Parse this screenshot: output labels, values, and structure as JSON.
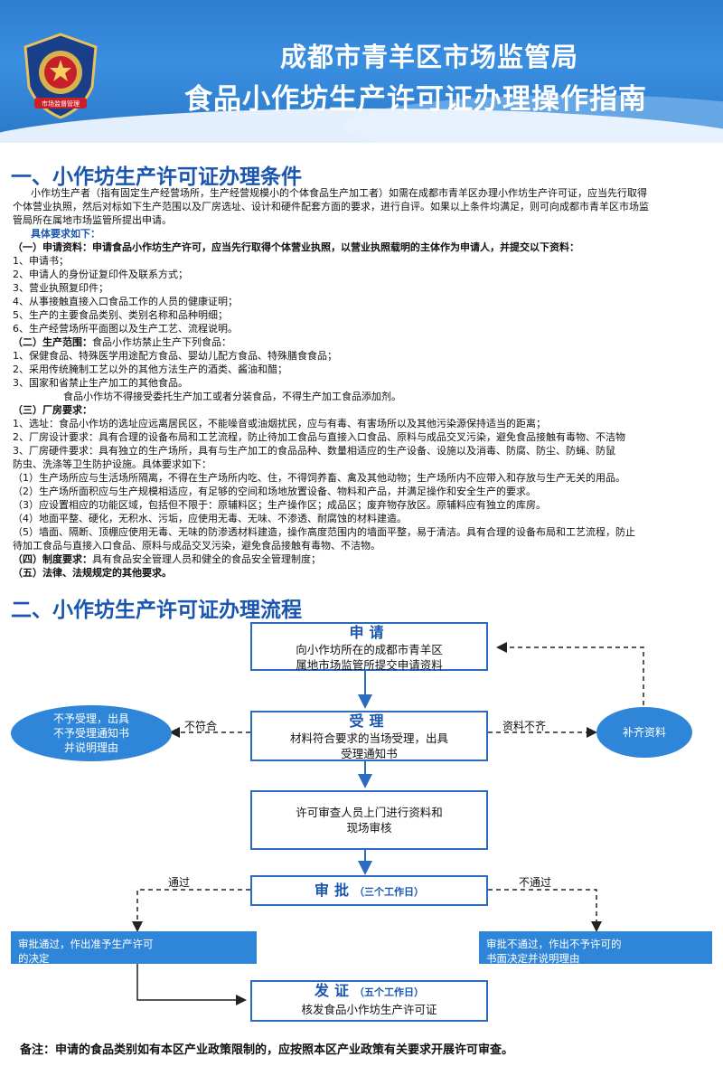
{
  "header": {
    "title1": "成都市青羊区市场监管局",
    "title2": "食品小作坊生产许可证办理操作指南",
    "badge_text": "市场监督管理"
  },
  "section1": {
    "title": "一、小作坊生产许可证办理条件",
    "intro1": "小作坊生产者（指有固定生产经营场所，生产经营规模小的个体食品生产加工者）如需在成都市青羊区办理小作坊生产许可证，应当先行取得",
    "intro2": "个体营业执照，然后对标如下生产范围以及厂房选址、设计和硬件配套方面的要求，进行自评。如果以上条件均满足，则可向成都市青羊区市场监",
    "intro3": "管局所在属地市场监管所提出申请。",
    "req_head": "具体要求如下：",
    "a_head": "（一）申请资料：",
    "a_text": "申请食品小作坊生产许可，应当先行取得个体营业执照，以营业执照载明的主体作为申请人，并提交以下资料：",
    "a_items": [
      "1、申请书；",
      "2、申请人的身份证复印件及联系方式；",
      "3、营业执照复印件；",
      "4、从事接触直接入口食品工作的人员的健康证明；",
      "5、生产的主要食品类别、类别名称和品种明细；",
      "6、生产经营场所平面图以及生产工艺、流程说明。"
    ],
    "b_head": "（二）生产范围：",
    "b_text": "食品小作坊禁止生产下列食品：",
    "b_items": [
      "1、保健食品、特殊医学用途配方食品、婴幼儿配方食品、特殊膳食食品；",
      "2、采用传统腌制工艺以外的其他方法生产的酒类、酱油和醋；",
      "3、国家和省禁止生产加工的其他食品。"
    ],
    "b_note": "食品小作坊不得接受委托生产加工或者分装食品，不得生产加工食品添加剂。",
    "c_head": "（三）厂房要求：",
    "c_items": [
      "1、选址：食品小作坊的选址应远离居民区，不能噪音或油烟扰民，应与有毒、有害场所以及其他污染源保持适当的距离；",
      "2、厂房设计要求：具有合理的设备布局和工艺流程，防止待加工食品与直接入口食品、原料与成品交叉污染，避免食品接触有毒物、不洁物",
      "3、厂房硬件要求：具有独立的生产场所，具有与生产加工的食品品种、数量相适应的生产设备、设施以及消毒、防腐、防尘、防蝇、防鼠"
    ],
    "c_cont": "防虫、洗涤等卫生防护设施。具体要求如下：",
    "c_sub": [
      "（1）生产场所应与生活场所隔离，不得在生产场所内吃、住，不得饲养畜、禽及其他动物；生产场所内不应带入和存放与生产无关的用品。",
      "（2）生产场所面积应与生产规模相适应，有足够的空间和场地放置设备、物料和产品，并满足操作和安全生产的要求。",
      "（3）应设置相应的功能区域，包括但不限于：原辅料区；生产操作区；成品区；废弃物存放区。原辅料应有独立的库房。",
      "（4）地面平整、硬化，无积水、污垢，应使用无毒、无味、不渗透、耐腐蚀的材料建造。",
      "（5）墙面、隔断、顶棚应使用无毒、无味的防渗透材料建造，操作高度范围内的墙面平整，易于清洁。具有合理的设备布局和工艺流程，防止"
    ],
    "c_sub_cont": "待加工食品与直接入口食品、原料与成品交叉污染，避免食品接触有毒物、不洁物。",
    "d_head": "（四）制度要求：",
    "d_text": "具有食品安全管理人员和健全的食品安全管理制度；",
    "e_head": "（五）法律、法规规定的其他要求。"
  },
  "section2": {
    "title": "二、小作坊生产许可证办理流程",
    "apply_head": "申请",
    "apply_text1": "向小作坊所在的成都市青羊区",
    "apply_text2": "属地市场监管所提交申请资料",
    "accept_head": "受理",
    "accept_text1": "材料符合要求的当场受理，出具",
    "accept_text2": "受理通知书",
    "review_text1": "许可审查人员上门进行资料和",
    "review_text2": "现场审核",
    "approve_head": "审批",
    "approve_days": "（三个工作日）",
    "issue_head": "发证",
    "issue_days": "（五个工作日）",
    "issue_text": "核发食品小作坊生产许可证",
    "reject_line1": "不予受理，出具",
    "reject_line2": "不予受理通知书",
    "reject_line3": "并说明理由",
    "supplement": "补齐资料",
    "label_not_meet": "不符合",
    "label_incomplete": "资料不齐",
    "label_pass": "通过",
    "label_fail": "不通过",
    "pass_text1": "审批通过，作出准予生产许可",
    "pass_text2": "的决定",
    "fail_text1": "审批不通过，作出不予许可的",
    "fail_text2": "书面决定并说明理由"
  },
  "footer": {
    "note": "备注：申请的食品类别如有本区产业政策限制的，应按照本区产业政策有关要求开展许可审查。"
  },
  "colors": {
    "header_blue": "#2f7fd0",
    "title_blue": "#1a56b0",
    "box_border": "#2b6cc0",
    "fill_blue": "#2f86d8"
  }
}
